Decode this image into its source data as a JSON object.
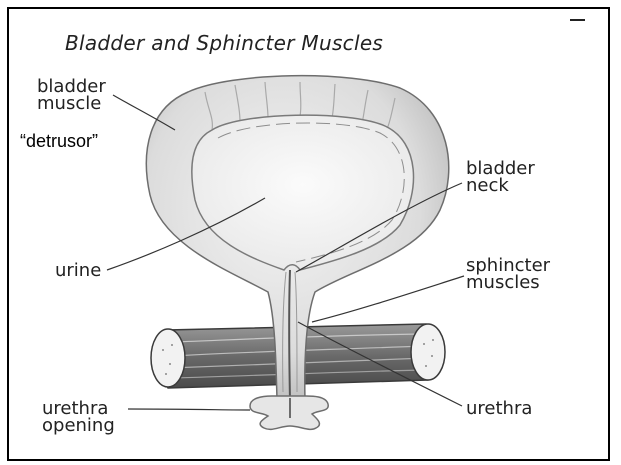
{
  "title": "Bladder and Sphincter Muscles",
  "labels": {
    "bladder_muscle": [
      "bladder",
      "muscle"
    ],
    "detrusor": "“detrusor”",
    "urine": "urine",
    "bladder_neck": [
      "bladder",
      "neck"
    ],
    "sphincter_muscles": [
      "sphincter",
      "muscles"
    ],
    "urethra": "urethra",
    "urethra_opening": [
      "urethra",
      "opening"
    ]
  }
}
